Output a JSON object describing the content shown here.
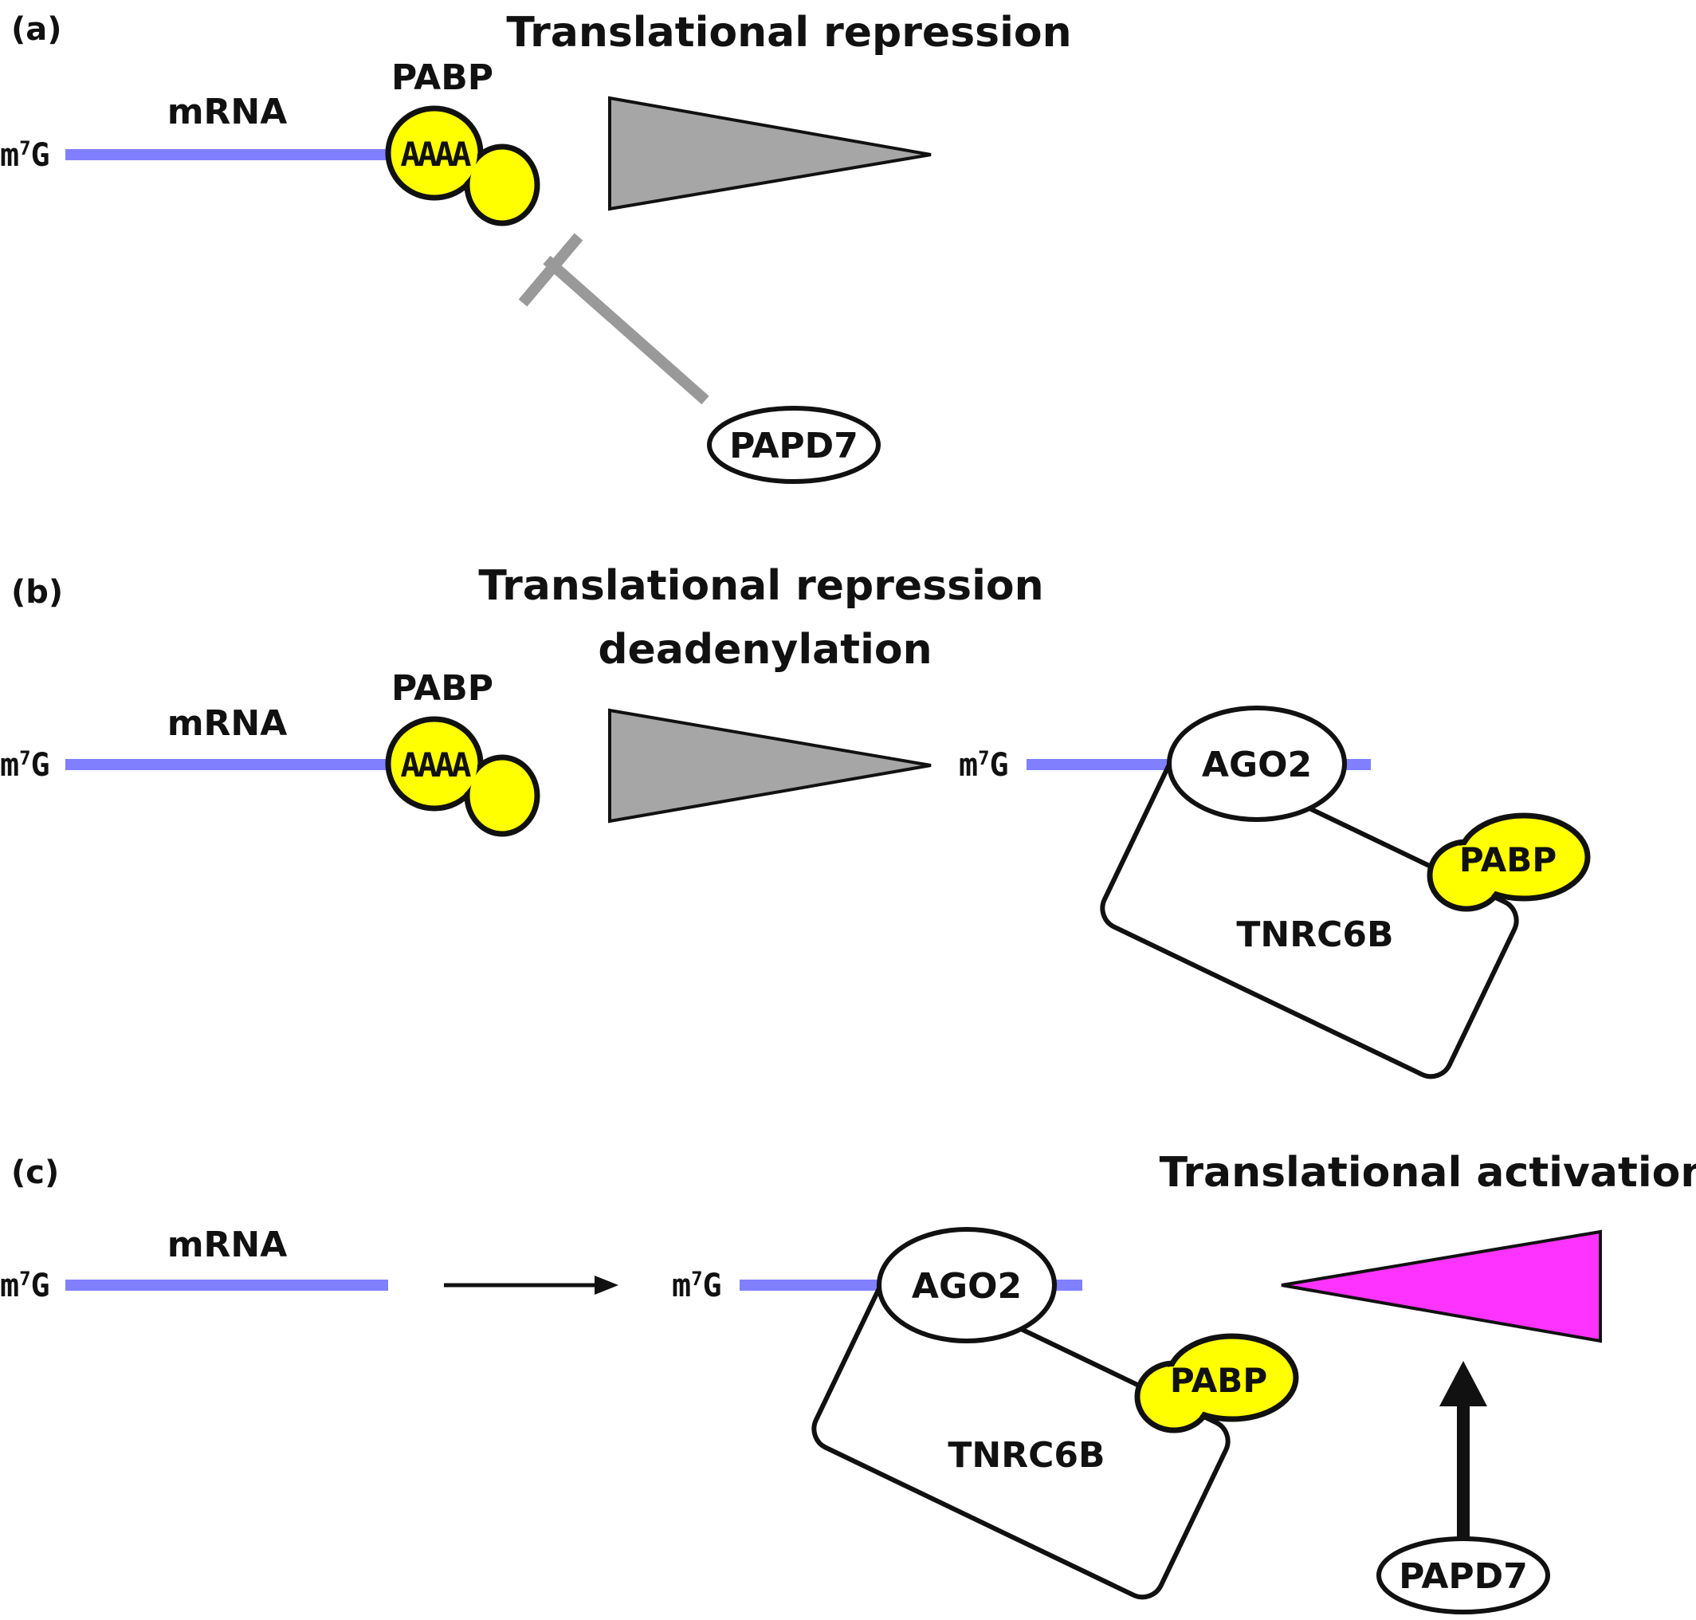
{
  "panels": {
    "a": {
      "label": "(a)",
      "title": "Translational repression",
      "mrna_label": "mRNA",
      "cap": "m",
      "cap_sup": "7",
      "cap_g": "G",
      "pabp_label": "PABP",
      "polya": "AAAA",
      "papd7": "PAPD7"
    },
    "b": {
      "label": "(b)",
      "title_line1": "Translational repression",
      "title_line2": "deadenylation",
      "mrna_label": "mRNA",
      "cap": "m",
      "cap_sup": "7",
      "cap_g": "G",
      "pabp_label": "PABP",
      "polya": "AAAA",
      "cap2": "m",
      "cap2_sup": "7",
      "cap2_g": "G",
      "ago2": "AGO2",
      "pabp_complex": "PABP",
      "tnrc6b": "TNRC6B"
    },
    "c": {
      "label": "(c)",
      "title": "Translational activation",
      "mrna_label": "mRNA",
      "cap": "m",
      "cap_sup": "7",
      "cap_g": "G",
      "cap2": "m",
      "cap2_sup": "7",
      "cap2_g": "G",
      "ago2": "AGO2",
      "pabp_complex": "PABP",
      "tnrc6b": "TNRC6B",
      "papd7": "PAPD7"
    }
  },
  "colors": {
    "mrna": "#8080ff",
    "pabp": "#ffff00",
    "repression_wedge": "#a6a6a6",
    "activation_wedge": "#ff33ff",
    "inhibition": "#999999"
  }
}
